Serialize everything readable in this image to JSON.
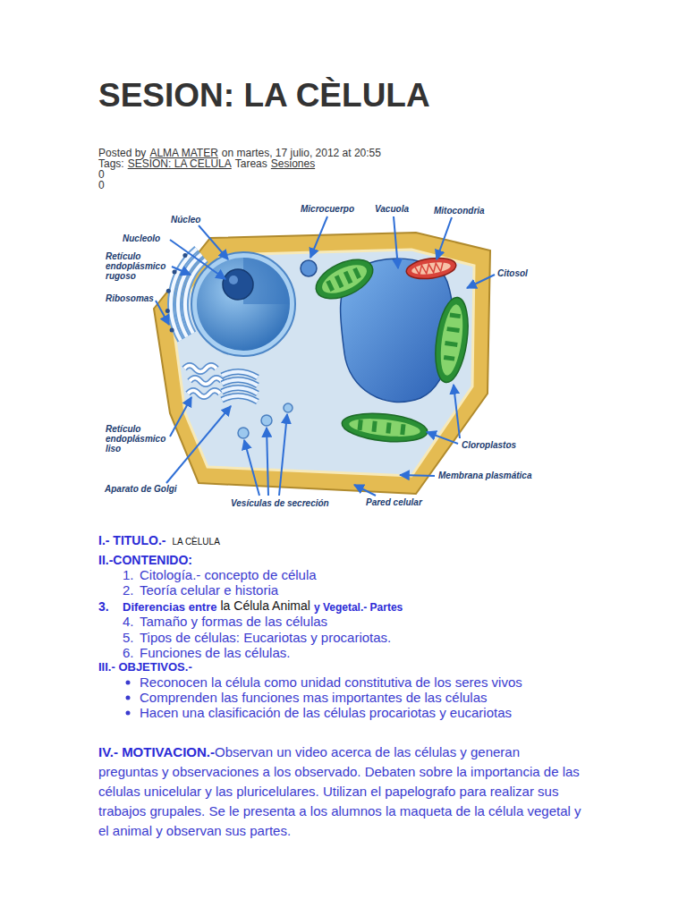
{
  "diagram": {
    "title": "SESION: LA CÈLULA",
    "labels": [
      "Posted by",
      "ALMA MATER",
      "on martes, 17 julio, 2012 at 20:55",
      "Tags:",
      "SESION: LA CELULA",
      "Tareas",
      "Sesiones",
      "0",
      "0",
      "Núcleo",
      "Nucleolo",
      "Retículo endoplásmico rugoso",
      "Ribosomas",
      "Microcuerpo",
      "Vacuola",
      "Mitocondria",
      "Citosol",
      "Retículo endoplásmico liso",
      "Aparato de Golgi",
      "Vesículas de secreción",
      "Pared celular",
      "Membrana plasmática",
      "Cloroplastos",
      "I.- TITULO.-",
      "LA CÈLULA",
      "II.-CONTENIDO:",
      "1.",
      "Citología.- concepto de célula",
      "2.",
      "Teoría celular e historia",
      "3.",
      "Diferencias entre",
      "la Célula Animal",
      "y Vegetal.- Partes",
      "4.",
      "Tamaño y formas de las células",
      "5.",
      "Tipos de células: Eucariotas y procariotas.",
      "6.",
      "Funciones de las células.",
      "III.- OBJETIVOS.-",
      "Reconocen la célula como unidad constitutiva de los seres vivos",
      "Comprenden las funciones mas importantes de las células",
      "Hacen una clasificación de las células procariotas y eucariotas",
      "IV.- MOTIVACION.-",
      "Observan un video acerca de las células y generan preguntas y observaciones a los observado. Debaten sobre la importancia de las células unicelular y las pluricelulares. Utilizan el papelografo para realizar sus trabajos grupales. Se le presenta a los alumnos la maqueta de la célula vegetal y el animal y observan sus partes."
    ]
  }
}
